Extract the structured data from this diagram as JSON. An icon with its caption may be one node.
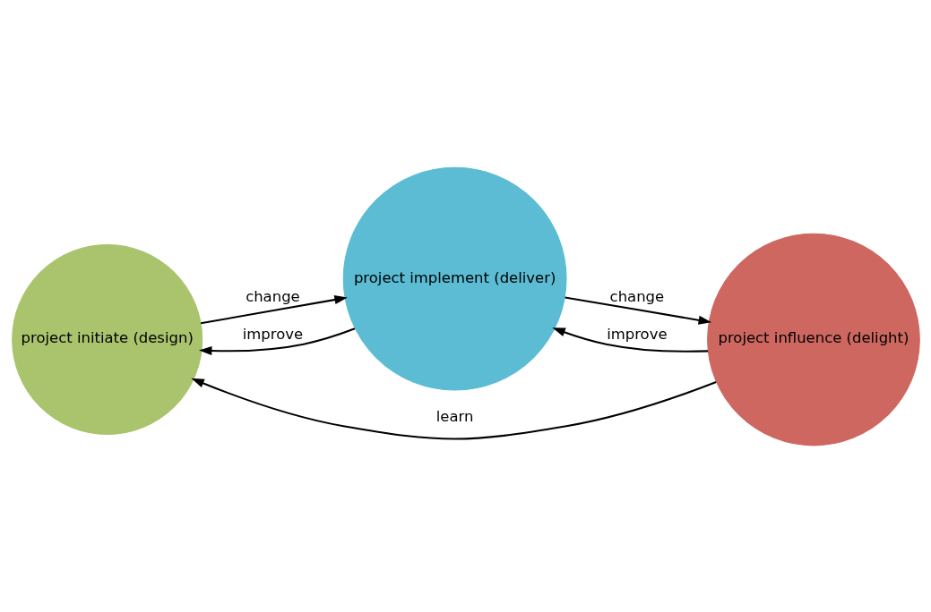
{
  "diagram": {
    "nodes": [
      {
        "text": [
          "project initiate (design)"
        ]
      },
      {
        "text": [
          "project implement (deliver)"
        ]
      },
      {
        "text": [
          "project influence (delight)"
        ]
      }
    ],
    "edges": [
      {
        "from": 1,
        "to": 0,
        "arrow": "to",
        "label": "improve"
      },
      {
        "from": 0,
        "to": 1,
        "arrow": "to",
        "label": "change"
      },
      {
        "from": 2,
        "to": 1,
        "arrow": "to",
        "label": "improve"
      },
      {
        "from": 1,
        "to": 2,
        "arrow": "to",
        "label": "change"
      },
      {
        "from": 2,
        "to": 0,
        "arrow": "to",
        "label": "learn"
      }
    ]
  }
}
